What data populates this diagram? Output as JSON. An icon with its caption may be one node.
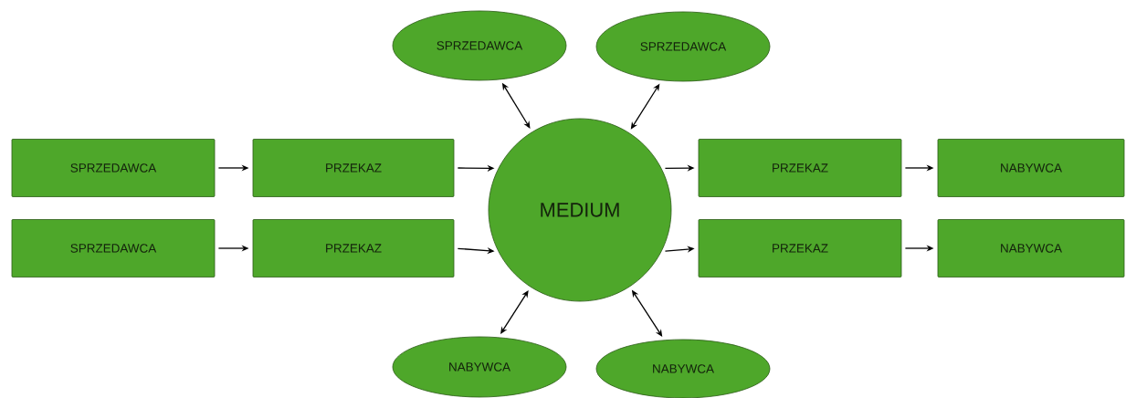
{
  "diagram": {
    "nodes": [
      {
        "text": [
          "SPRZEDAWCA"
        ]
      },
      {
        "text": [
          "SPRZEDAWCA"
        ]
      },
      {
        "text": [
          "SPRZEDAWCA"
        ]
      },
      {
        "text": [
          "PRZEKAZ"
        ]
      },
      {
        "text": [
          "MEDIUM"
        ]
      },
      {
        "text": [
          "PRZEKAZ"
        ]
      },
      {
        "text": [
          "NABYWCA"
        ]
      },
      {
        "text": [
          "SPRZEDAWCA"
        ]
      },
      {
        "text": [
          "PRZEKAZ"
        ]
      },
      {
        "text": [
          "PRZEKAZ"
        ]
      },
      {
        "text": [
          "NABYWCA"
        ]
      },
      {
        "text": [
          "NABYWCA"
        ]
      },
      {
        "text": [
          "NABYWCA"
        ]
      }
    ],
    "edges": [
      {
        "from": 2,
        "to": 3,
        "arrow": "to"
      },
      {
        "from": 3,
        "to": 4,
        "arrow": "to"
      },
      {
        "from": 4,
        "to": 5,
        "arrow": "to"
      },
      {
        "from": 5,
        "to": 6,
        "arrow": "to"
      },
      {
        "from": 7,
        "to": 8,
        "arrow": "to"
      },
      {
        "from": 8,
        "to": 4,
        "arrow": "to"
      },
      {
        "from": 4,
        "to": 9,
        "arrow": "to"
      },
      {
        "from": 9,
        "to": 10,
        "arrow": "to"
      },
      {
        "from": 0,
        "to": 4,
        "arrow": "both"
      },
      {
        "from": 1,
        "to": 4,
        "arrow": "both"
      },
      {
        "from": 11,
        "to": 4,
        "arrow": "both"
      },
      {
        "from": 12,
        "to": 4,
        "arrow": "both"
      }
    ]
  }
}
